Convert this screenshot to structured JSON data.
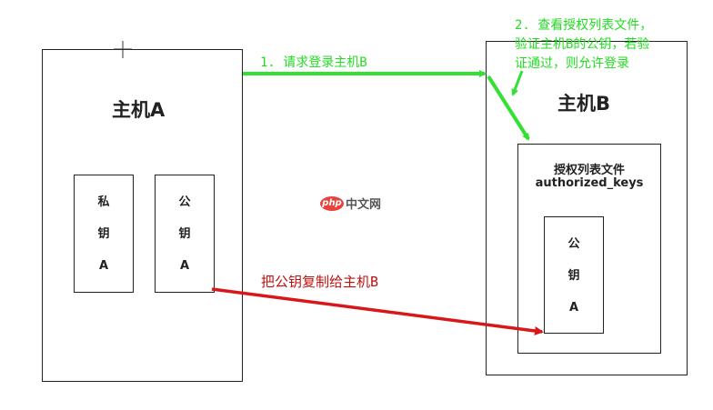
{
  "host_a": {
    "title": "主机A",
    "private_key": [
      "私",
      "钥",
      "A"
    ],
    "public_key": [
      "公",
      "钥",
      "A"
    ]
  },
  "host_b": {
    "title": "主机B",
    "auth_file_line1": "授权列表文件",
    "auth_file_line2": "authorized_keys",
    "public_key": [
      "公",
      "钥",
      "A"
    ]
  },
  "step1": "1. 请求登录主机B",
  "step2": [
    "2. 查看授权列表文件，",
    "验证主机B的公钥，若验",
    "证通过，则允许登录"
  ],
  "copy_key": "把公钥复制给主机B",
  "watermark": {
    "logo": "php",
    "text": "中文网"
  },
  "colors": {
    "green": "#33e033",
    "red": "#d81818",
    "step2_text": "#22dd22",
    "step1_text": "#22dd22",
    "copy_text": "#c01010"
  }
}
